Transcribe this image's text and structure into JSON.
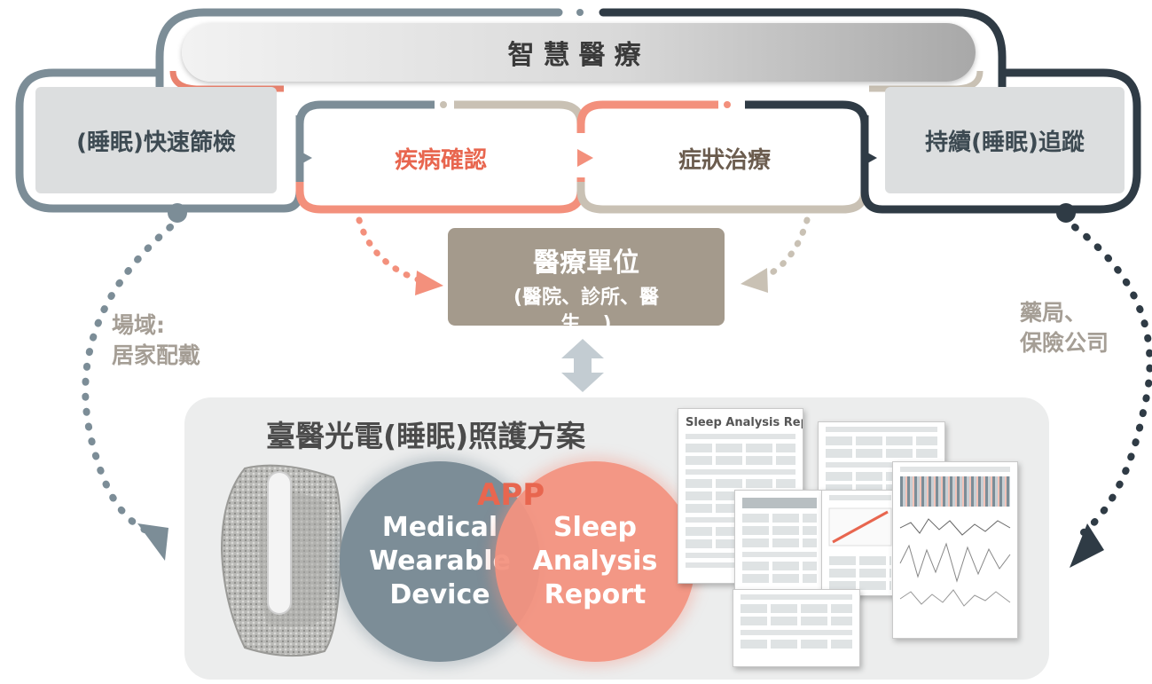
{
  "banner": {
    "title": "智慧醫療"
  },
  "steps": [
    {
      "id": "screening",
      "label": "(睡眠)快速篩檢"
    },
    {
      "id": "diagnosis",
      "label": "疾病確認"
    },
    {
      "id": "treatment",
      "label": "症狀治療"
    },
    {
      "id": "tracking",
      "label": "持續(睡眠)追蹤"
    }
  ],
  "medical_unit": {
    "title": "醫療單位",
    "subtitle": "(醫院、診所、醫生...)"
  },
  "left_note": {
    "line1": "場域:",
    "line2": "居家配戴"
  },
  "right_note": {
    "line1": "藥局、",
    "line2": "保險公司"
  },
  "solution": {
    "title": "臺醫光電(睡眠)照護方案",
    "app_label": "APP",
    "device": {
      "line1": "Medical",
      "line2": "Wearable",
      "line3": "Device"
    },
    "report": {
      "line1": "Sleep",
      "line2": "Analysis",
      "line3": "Report"
    },
    "report_heading": "Sleep Analysis Report"
  },
  "colors": {
    "slate": "#7c8d97",
    "dark": "#2f3b45",
    "coral": "#f3907c",
    "coral_text": "#e8664f",
    "tan": "#c9c1b4",
    "unit_box": "#a49a8c",
    "gray_box": "#dcdedf"
  },
  "icons": [
    "up-down-arrow-icon",
    "wristband-image",
    "report-thumbnail"
  ]
}
